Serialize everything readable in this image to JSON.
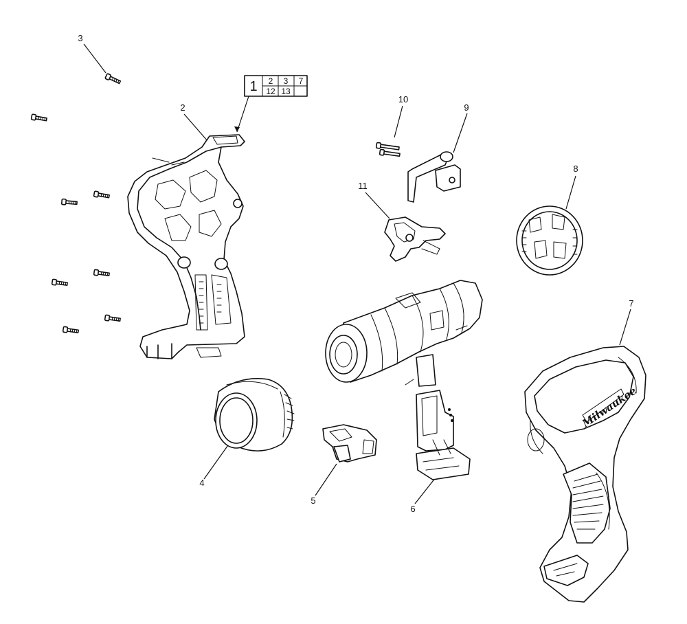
{
  "callouts": {
    "c1": "1",
    "c2": "2",
    "c3": "3",
    "c4": "4",
    "c5": "5",
    "c6": "6",
    "c7": "7",
    "c8": "8",
    "c9": "9",
    "c10": "10",
    "c11": "11"
  },
  "kit_table": {
    "main": "1",
    "cells": [
      "2",
      "3",
      "7",
      "12",
      "13",
      ""
    ]
  },
  "housing_brand": "Milwaukee"
}
